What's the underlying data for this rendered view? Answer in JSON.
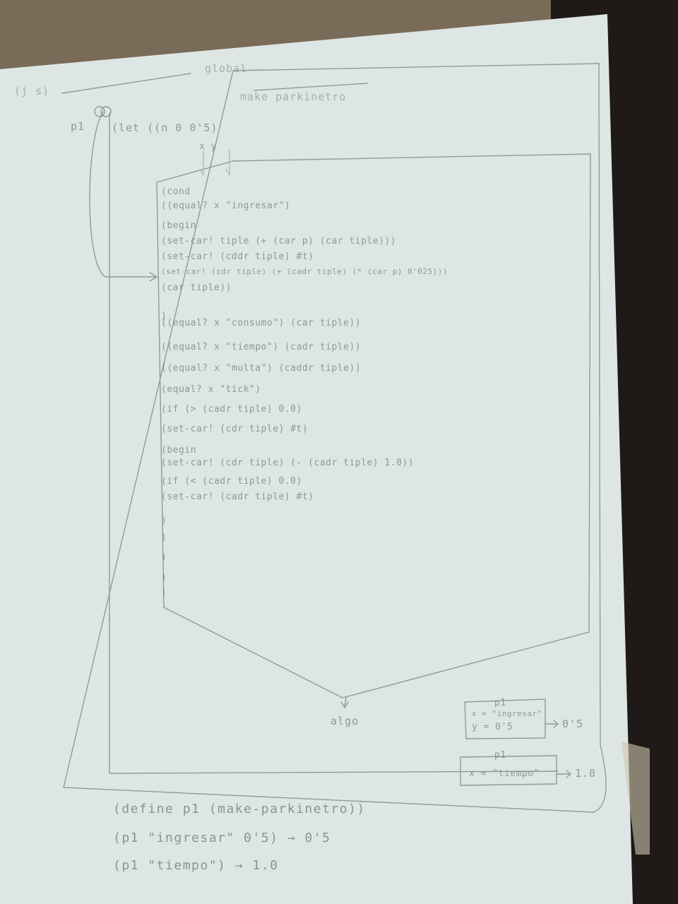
{
  "header": {
    "global_label": "global",
    "corner_label": "(j s)",
    "make_label": "make parkinetro"
  },
  "closure": {
    "p1_label": "p1",
    "let_line": "(let ((n 0  0'5)",
    "arrows": "x  y"
  },
  "code_lines": [
    "(cond",
    "  ((equal? x \"ingresar\")",
    "     (begin",
    "        (set-car! tiple (+ (car p) (car tiple)))",
    "        (set-car! (cddr tiple) #t)",
    "        (set-car! (cdr tiple) (+ (cadr tiple) (* (car p) 0'025)))",
    "        (car tiple))",
    "  )",
    "  ((equal? x \"consumo\") (car tiple))",
    "  ((equal? x \"tiempo\")  (cadr tiple))",
    "  ((equal? x \"multa\")   (caddr tiple))",
    "  (equal? x \"tick\")",
    "     (if (> (cadr tiple) 0.0)",
    "        (set-car! (cdr tiple) #t)",
    "        (begin",
    "           (set-car! (cdr tiple) (- (cadr tiple) 1.0))",
    "           (if (< (cadr tiple) 0.0)",
    "                 (set-car! (cadr tiple) #t)",
    "           )",
    "        )",
    "     )",
    "  )",
    ")"
  ],
  "result_label": "algo",
  "frames": [
    {
      "title": "p1",
      "lines": [
        "x = \"ingresar\"",
        "y = 0'5"
      ],
      "result": "0'5"
    },
    {
      "title": "p1",
      "lines": [
        "x = \"tiempo\""
      ],
      "result": "1.0"
    }
  ],
  "bottom_lines": [
    "(define p1 (make-parkinetro))",
    "(p1 \"ingresar\" 0'5) → 0'5",
    "(p1 \"tiempo\") → 1.0"
  ]
}
